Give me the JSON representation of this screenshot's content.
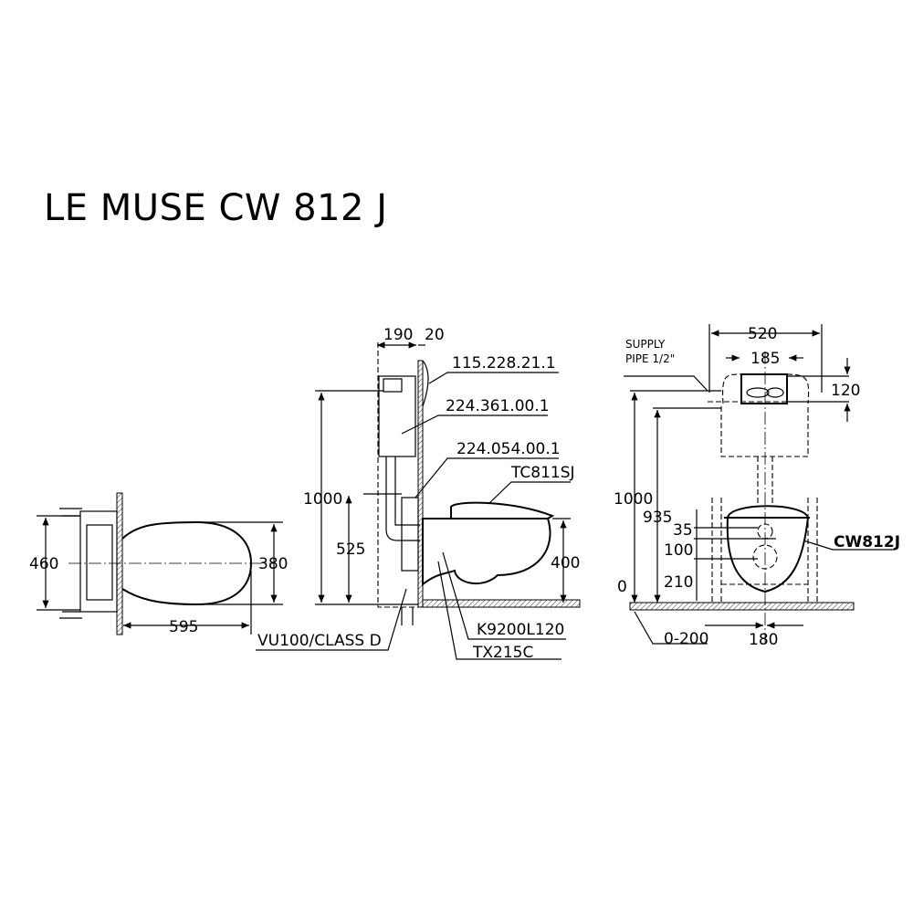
{
  "title": "LE MUSE CW 812 J",
  "top_view": {
    "width_frame": "460",
    "width_bowl": "380",
    "depth": "595"
  },
  "side_view": {
    "dim_190": "190",
    "dim_20": "20",
    "height_1000": "1000",
    "height_525": "525",
    "height_400": "400",
    "parts": [
      "115.228.21.1",
      "224.361.00.1",
      "224.054.00.1",
      "TC811SJ",
      "K9200L120",
      "TX215C",
      "VU100/CLASS D"
    ]
  },
  "front_view": {
    "supply_line1": "SUPPLY",
    "supply_line2": "PIPE 1/2\"",
    "dim_520": "520",
    "dim_185": "185",
    "dim_120": "120",
    "dim_1000": "1000",
    "dim_935": "935",
    "dim_35": "35",
    "dim_100": "100",
    "dim_210": "210",
    "dim_0": "0",
    "dim_0_200": "0-200",
    "dim_180": "180",
    "model": "CW812J"
  }
}
